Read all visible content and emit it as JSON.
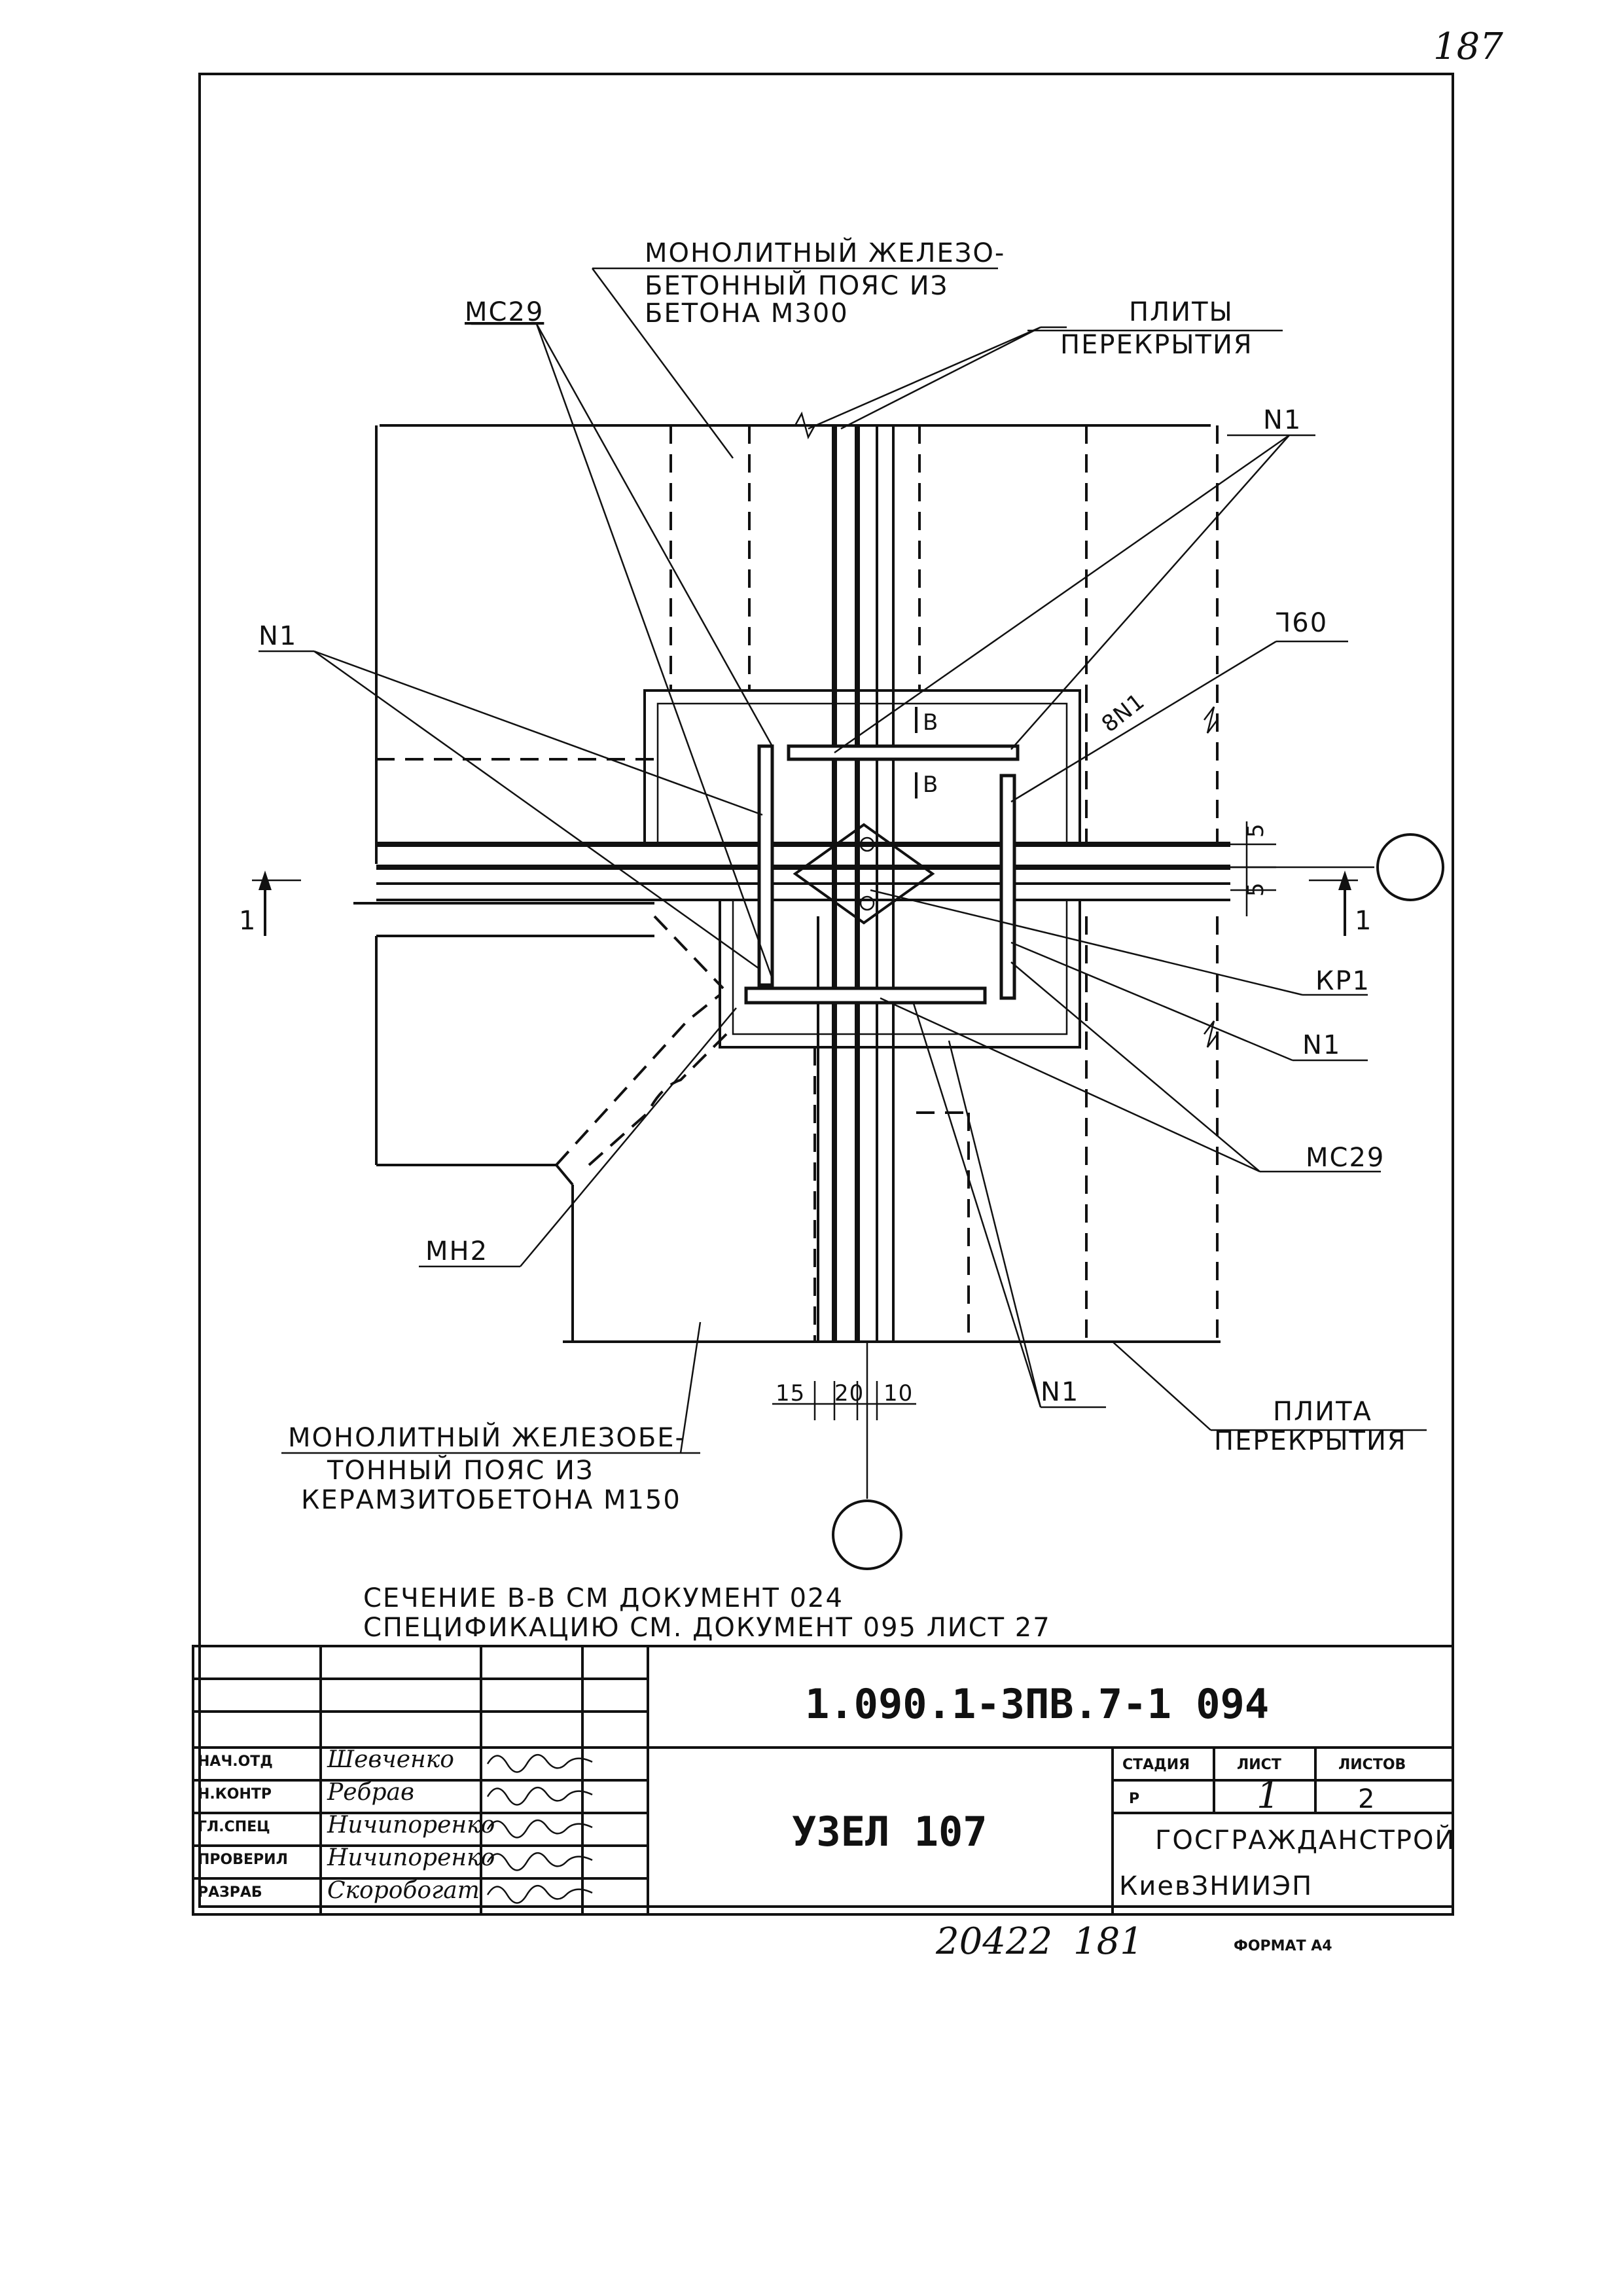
{
  "sheet": {
    "page_number": "187",
    "format": "ФОРМАТ А4",
    "bottom_number": "20422",
    "bottom_number2": "181"
  },
  "labels": {
    "belt_top_1": "МОНОЛИТНЫЙ ЖЕЛЕЗО-",
    "belt_top_2": "БЕТОННЫЙ ПОЯС ИЗ",
    "belt_top_3": "БЕТОНА М300",
    "slabs_1": "ПЛИТЫ",
    "slabs_2": "ПЕРЕКРЫТИЯ",
    "mc29_top": "МС29",
    "n1_top_right": "N1",
    "n1_left": "N1",
    "angle": "Ꞁ60",
    "eight_n1": "8N1",
    "b_upper": "B",
    "b_lower": "B",
    "dim_5a": "5",
    "dim_5b": "5",
    "kp1": "КР1",
    "n1_right": "N1",
    "mc29_right": "МС29",
    "mh2": "МН2",
    "n1_bottom": "N1",
    "belt_bottom_1": "МОНОЛИТНЫЙ ЖЕЛЕЗОБЕ-",
    "belt_bottom_2": "ТОННЫЙ ПОЯС ИЗ",
    "belt_bottom_3": "КЕРАМЗИТОБЕТОНА М150",
    "slab_1": "ПЛИТА",
    "slab_2": "ПЕРЕКРЫТИЯ",
    "dim_15": "15",
    "dim_20": "20",
    "dim_10": "10",
    "section_left": "1",
    "section_right": "1",
    "note_1": "СЕЧЕНИЕ В-В СМ ДОКУМЕНТ 024",
    "note_2": "СПЕЦИФИКАЦИЮ СМ. ДОКУМЕНТ 095 ЛИСТ 27"
  },
  "title_block": {
    "doc_code": "1.090.1-3ПВ.7-1    094",
    "title": "УЗЕЛ 107",
    "stage_header": "СТАДИЯ",
    "sheet_header": "ЛИСТ",
    "sheets_header": "ЛИСТОВ",
    "stage": "Р",
    "sheet": "1",
    "sheets": "2",
    "org1": "ГОСГРАЖДАНСТРОЙ",
    "org2": "КиевЗНИИЭП",
    "roles": [
      {
        "role": "НАЧ.ОТД",
        "name": "Шевченко"
      },
      {
        "role": "Н.КОНТР",
        "name": "Ребрав"
      },
      {
        "role": "ГЛ.СПЕЦ",
        "name": "Ничипоренко"
      },
      {
        "role": "ПРОВЕРИЛ",
        "name": "Ничипоренко"
      },
      {
        "role": "РАЗРАБ",
        "name": "Скоробогат"
      }
    ]
  }
}
